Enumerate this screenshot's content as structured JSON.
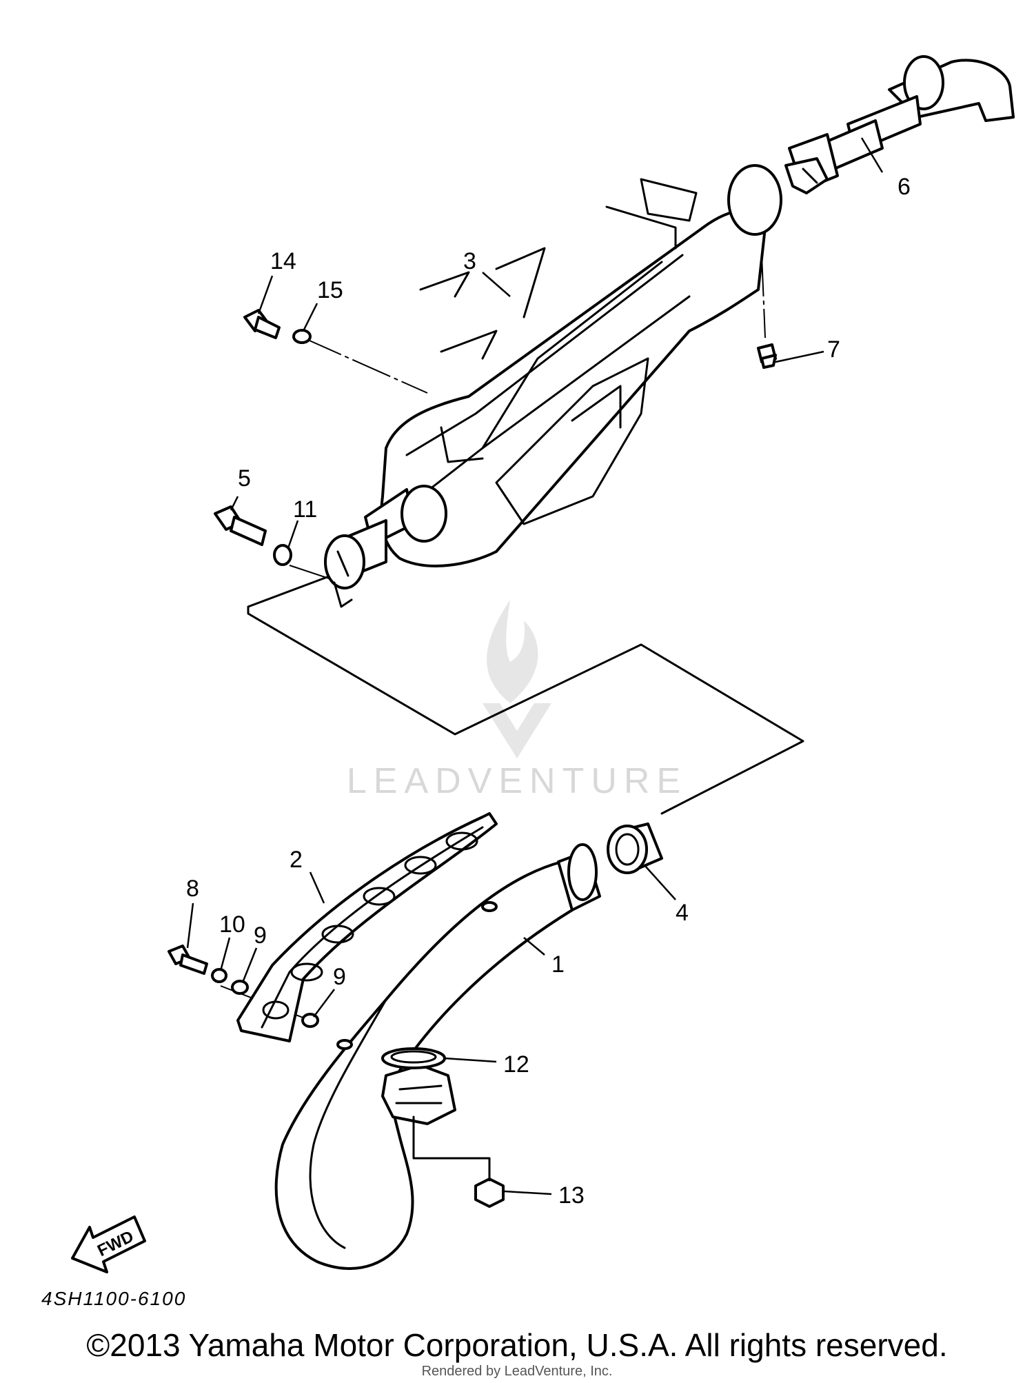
{
  "diagram": {
    "callouts": {
      "c1": "1",
      "c2": "2",
      "c3": "3",
      "c4": "4",
      "c5": "5",
      "c6": "6",
      "c7": "7",
      "c8": "8",
      "c9a": "9",
      "c9b": "9",
      "c10": "10",
      "c11": "11",
      "c12": "12",
      "c13": "13",
      "c14": "14",
      "c15": "15"
    },
    "fwd_label": "FWD",
    "reference_code": "4SH1100-6100",
    "watermark_text": "LEADVENTURE"
  },
  "footer": {
    "copyright": "©2013 Yamaha Motor Corporation, U.S.A. All rights reserved.",
    "rendered_by": "Rendered by LeadVenture, Inc."
  }
}
